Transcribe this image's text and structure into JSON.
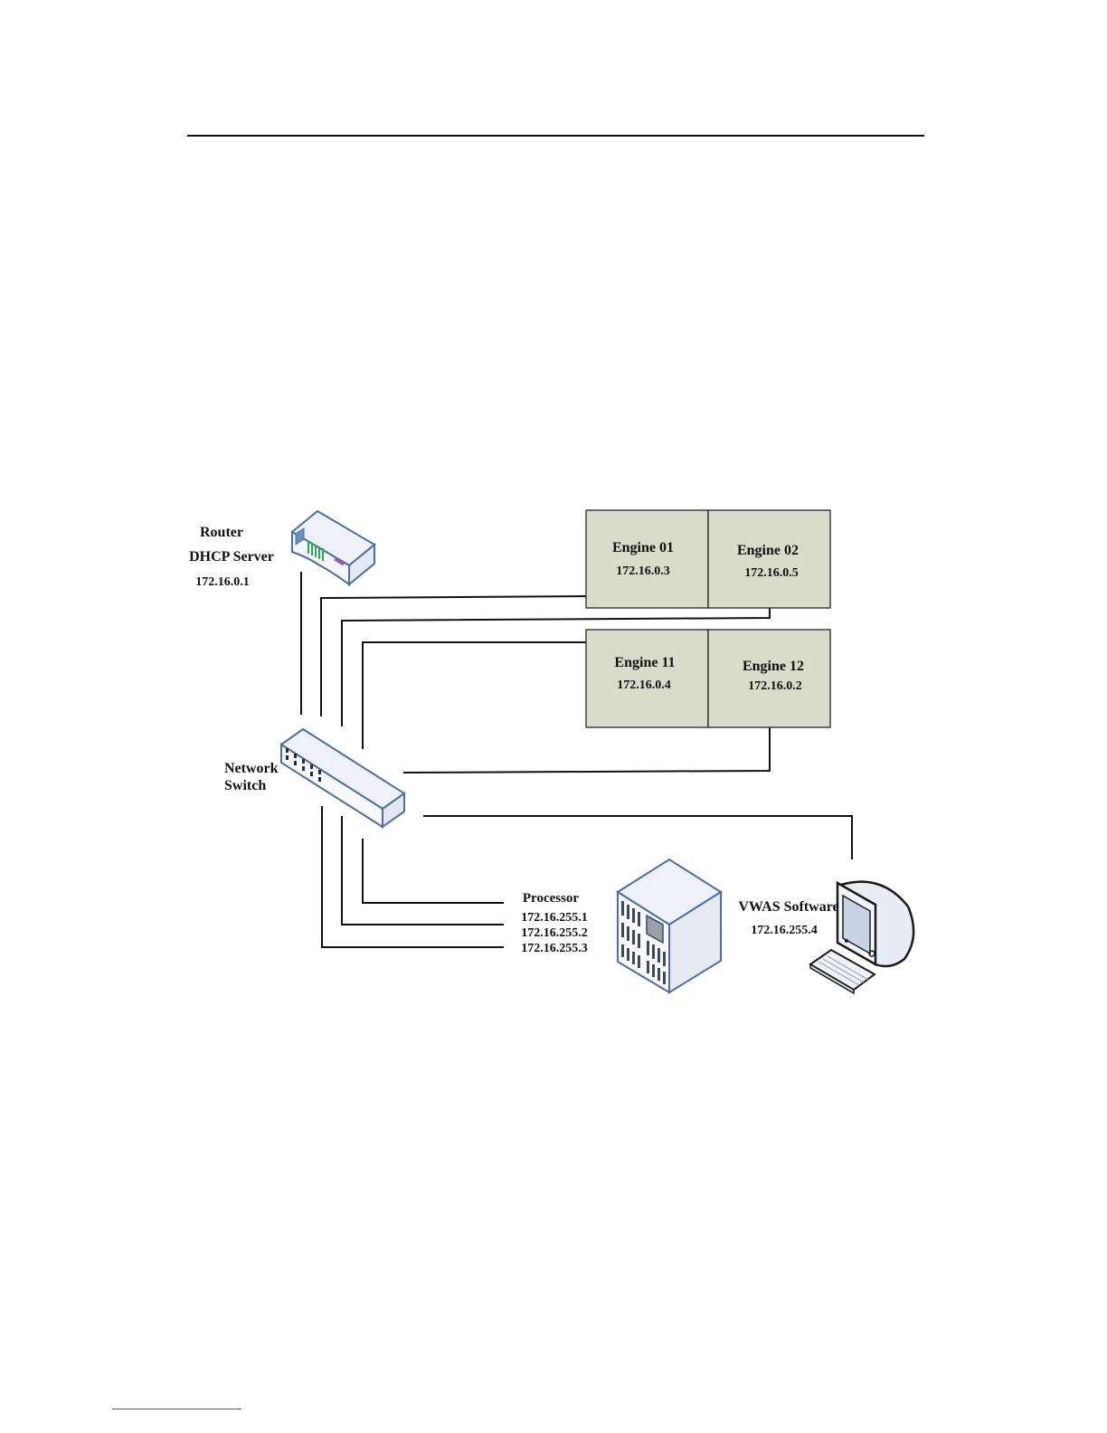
{
  "router": {
    "title": "Router",
    "subtitle": "DHCP Server",
    "ip": "172.16.0.1",
    "icon": "router-icon"
  },
  "switch": {
    "line1": "Network",
    "line2": "Switch",
    "icon": "network-switch-icon"
  },
  "engines": [
    {
      "name": "Engine 01",
      "ip": "172.16.0.3"
    },
    {
      "name": "Engine 02",
      "ip": "172.16.0.5"
    },
    {
      "name": "Engine 11",
      "ip": "172.16.0.4"
    },
    {
      "name": "Engine 12",
      "ip": "172.16.0.2"
    }
  ],
  "processor": {
    "title": "Processor",
    "ips": [
      "172.16.255.1",
      "172.16.255.2",
      "172.16.255.3"
    ],
    "icon": "server-tower-icon"
  },
  "workstation": {
    "title": "VWAS Software",
    "ip": "172.16.255.4",
    "icon": "desktop-computer-icon"
  },
  "colors": {
    "engine_fill": "#d9dcc8",
    "device_outline": "#4a6fa5"
  }
}
